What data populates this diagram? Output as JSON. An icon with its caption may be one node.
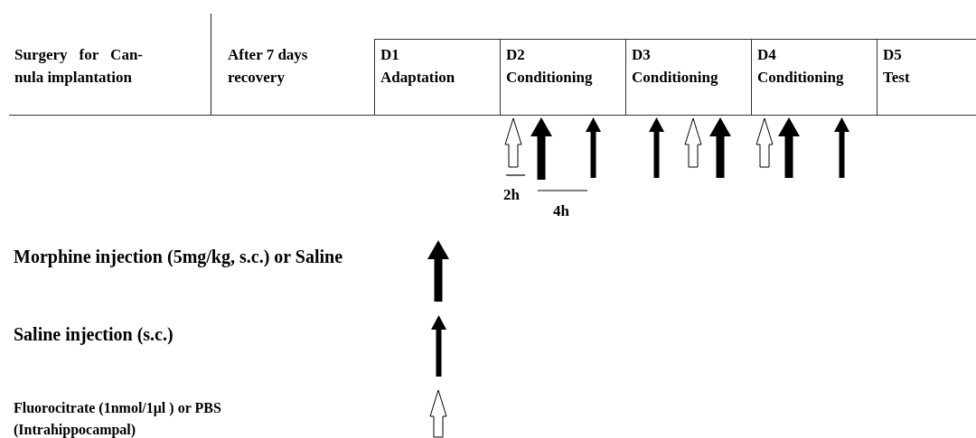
{
  "diagram": {
    "nodes": [
      {
        "text": [
          "Surgery for Can- nula implantation"
        ]
      },
      {
        "text": [
          "After 7 days recovery"
        ]
      },
      {
        "text": [
          "D1",
          "Adaptation"
        ]
      },
      {
        "text": [
          "D2",
          "Conditioning"
        ]
      },
      {
        "text": [
          "D3",
          "Conditioning"
        ]
      },
      {
        "text": [
          "D4",
          "Conditioning"
        ]
      },
      {
        "text": [
          "D5",
          "Test"
        ]
      }
    ],
    "labels": [
      "2h",
      "4h"
    ],
    "legend": [
      {
        "text": "Morphine injection (5mg/kg, s.c.) or Saline"
      },
      {
        "text": "Saline injection (s.c.)"
      },
      {
        "text": "Fluorocitrate (1nmol/1μl ) or PBS (Intrahippocampal)"
      }
    ]
  }
}
